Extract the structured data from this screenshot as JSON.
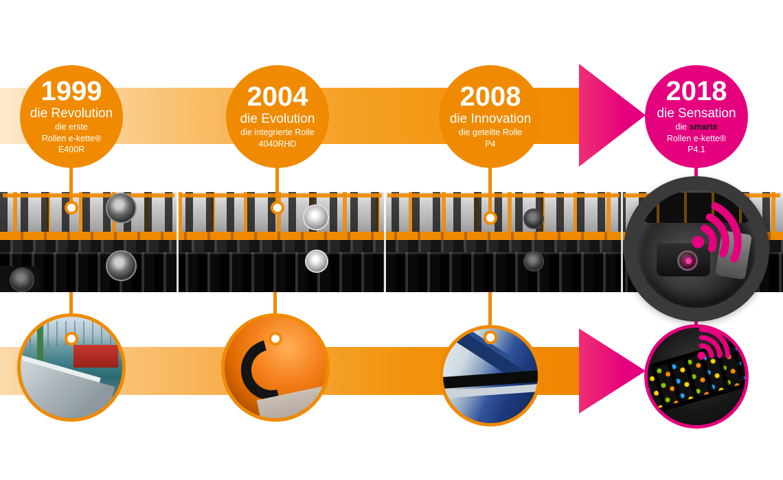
{
  "colors": {
    "orange": "#f08a00",
    "orange_light": "#fdeacd",
    "magenta": "#e5007d",
    "chain_dark": "#0a0a0a"
  },
  "icons": {
    "wifi": "magenta-signal-arcs",
    "magnifier": "dark-zoom-ring",
    "connector": "orange-ring-marker"
  },
  "milestones": [
    {
      "year": "1999",
      "title": "die Revolution",
      "sub": [
        "die erste",
        "Rollen e-kette®",
        "E400R"
      ]
    },
    {
      "year": "2004",
      "title": "die Evolution",
      "sub": [
        "die integrierte Rolle",
        "4040RHD"
      ]
    },
    {
      "year": "2008",
      "title": "die Innovation",
      "sub": [
        "die geteilte Rolle",
        "P4"
      ]
    },
    {
      "year": "2018",
      "title": "die Sensation",
      "sub_prefix": "die",
      "sub_highlight": "smarte",
      "sub": [
        "Rollen e-kette®",
        "P4.1"
      ]
    }
  ]
}
